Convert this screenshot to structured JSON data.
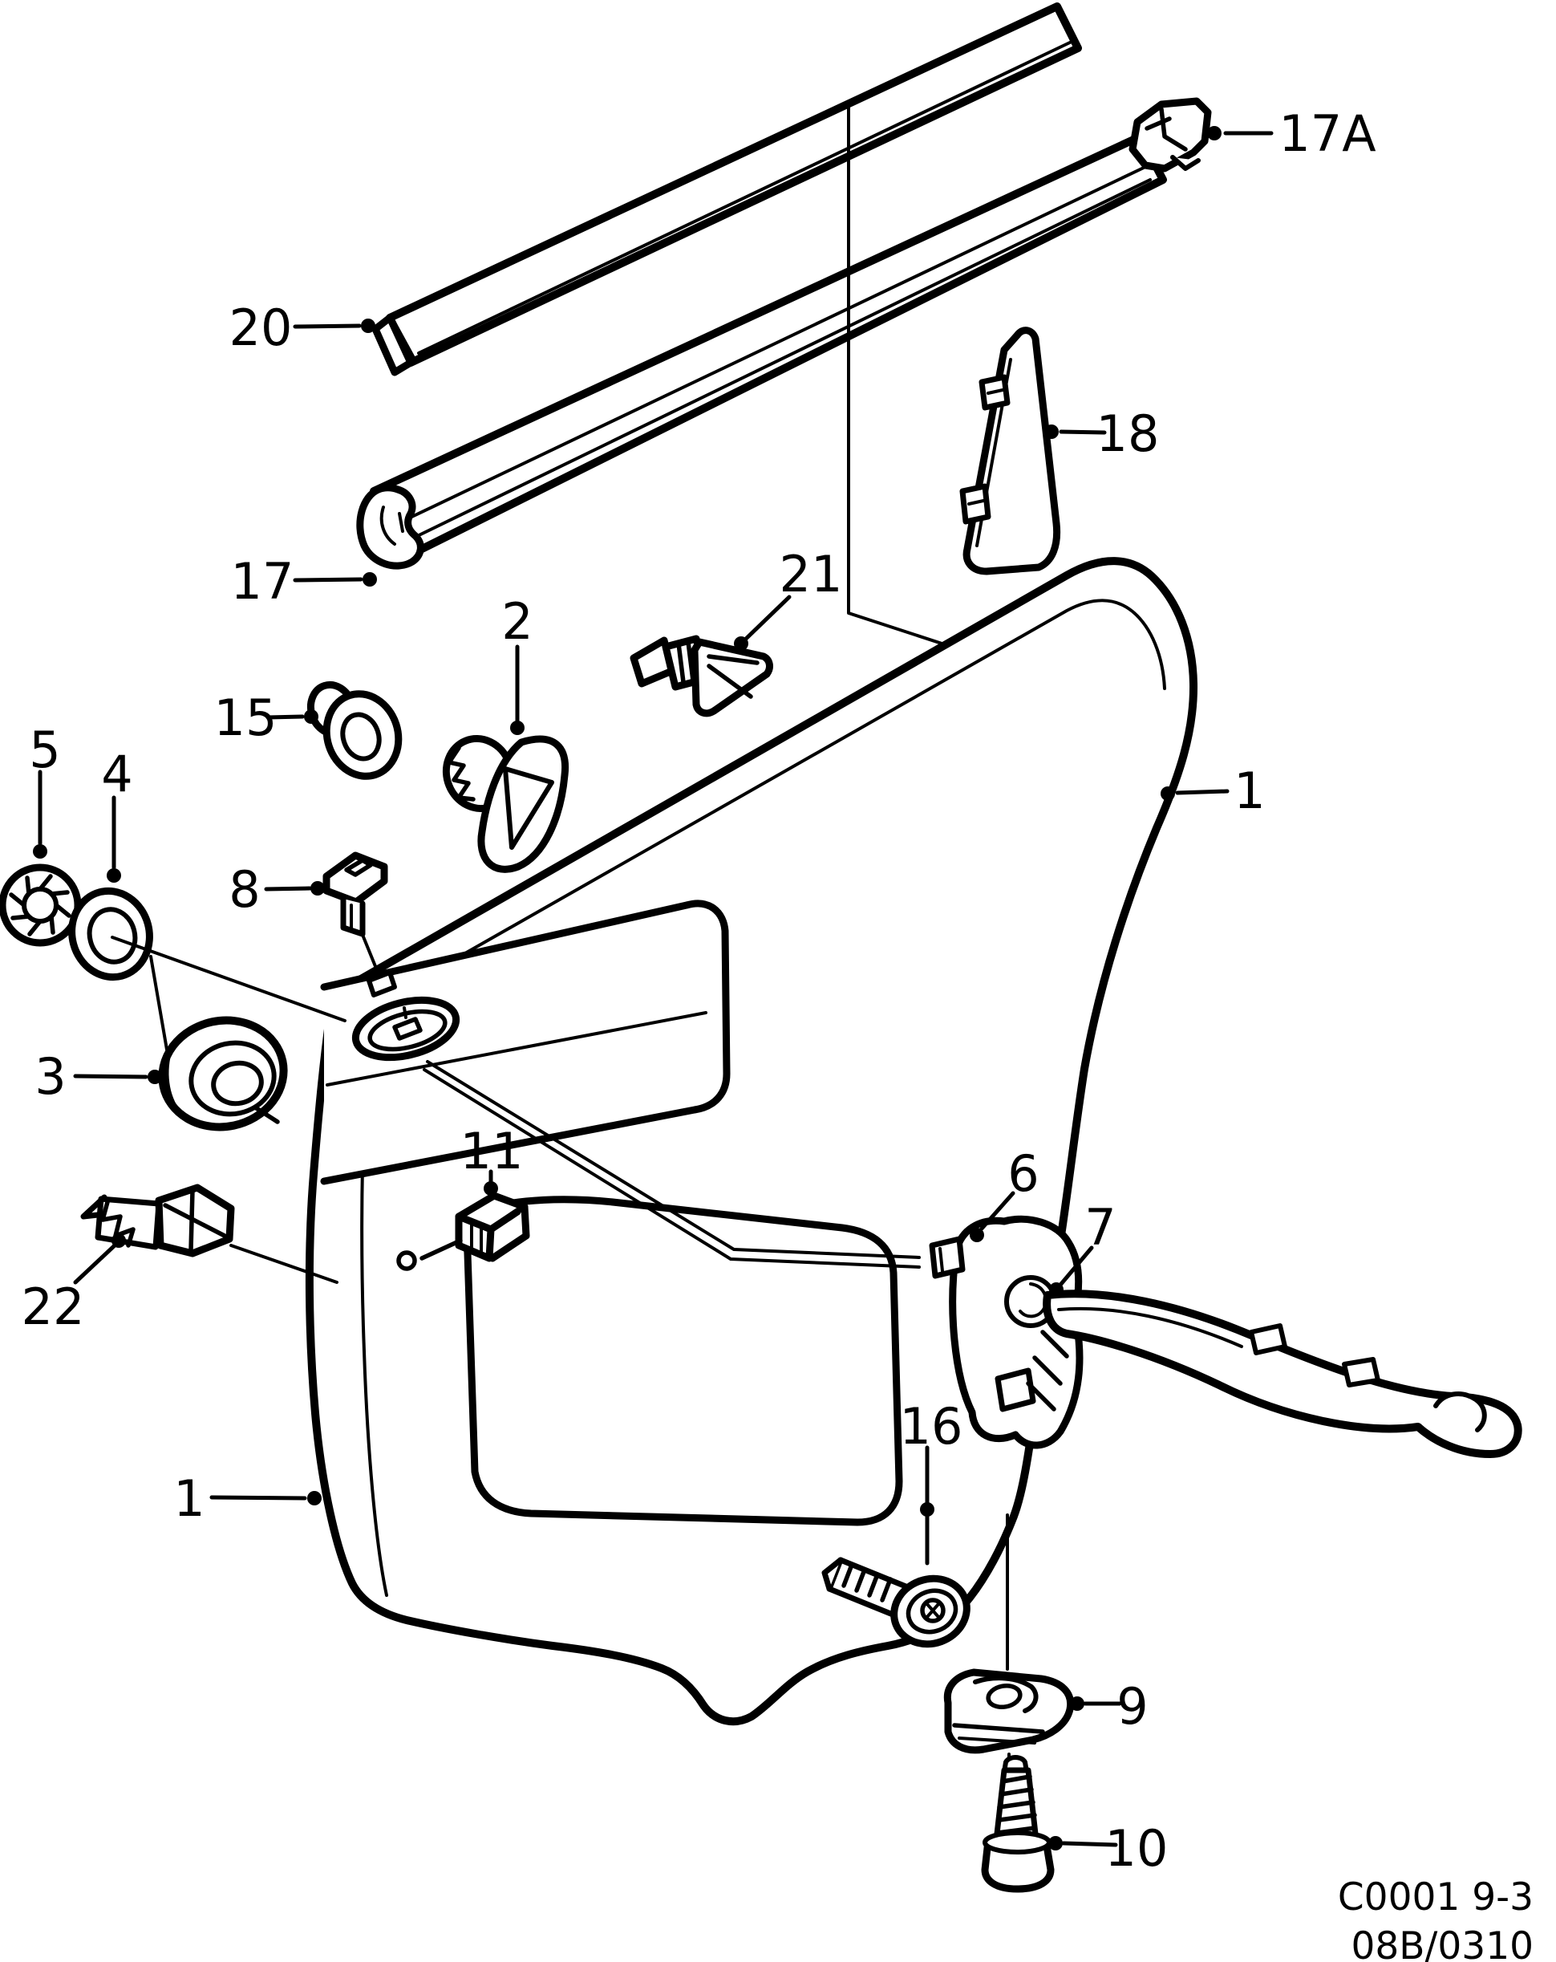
{
  "figure": {
    "colors": {
      "ink": "#000000",
      "paper": "#ffffff"
    },
    "callouts": {
      "c1_left": "1",
      "c1_right": "1",
      "c2": "2",
      "c3": "3",
      "c4": "4",
      "c5": "5",
      "c6": "6",
      "c7": "7",
      "c8": "8",
      "c9": "9",
      "c10": "10",
      "c11": "11",
      "c15": "15",
      "c16": "16",
      "c17": "17",
      "c17a": "17A",
      "c18": "18",
      "c20": "20",
      "c21": "21",
      "c22": "22"
    },
    "footer": {
      "line1": "C0001 9-3",
      "line2": "08B/0310"
    }
  }
}
